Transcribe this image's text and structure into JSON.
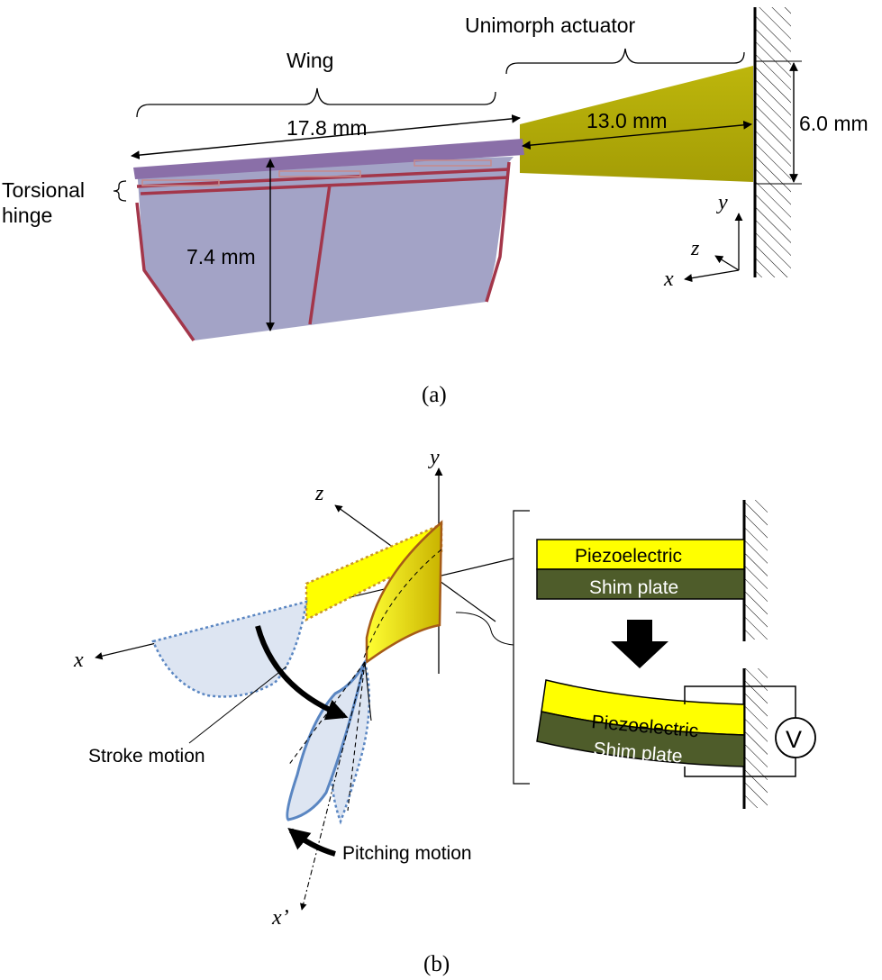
{
  "panel_a": {
    "label_wing": "Wing",
    "label_actuator": "Unimorph actuator",
    "dim_wing_length": "17.8 mm",
    "dim_actuator_length": "13.0 mm",
    "dim_root_height": "6.0 mm",
    "dim_wing_height": "7.4 mm",
    "label_hinge_line1": "Torsional",
    "label_hinge_line2": "hinge",
    "axis_y": "y",
    "axis_z": "z",
    "axis_x": "x",
    "caption": "(a)"
  },
  "panel_b": {
    "axis_y": "y",
    "axis_z": "z",
    "axis_x": "x",
    "axis_x_prime": "x’",
    "label_stroke": "Stroke motion",
    "label_pitching": "Pitching motion",
    "label_piezo_top": "Piezoelectric",
    "label_shim_top": "Shim plate",
    "label_piezo_bottom": "Piezoelectric",
    "label_shim_bottom": "Shim plate",
    "label_voltage": "V",
    "caption": "(b)"
  },
  "colors": {
    "wing_fill": "#a3a3c6",
    "wing_frame": "#a3364a",
    "hinge_bar": "#8a6fa8",
    "actuator_fill": "#b3ac07",
    "piezo_fill": "#ffff00",
    "shim_fill": "#4e5c2a",
    "wing_b_fill": "#dde5f2",
    "wing_b_edge": "#5a86c2"
  }
}
